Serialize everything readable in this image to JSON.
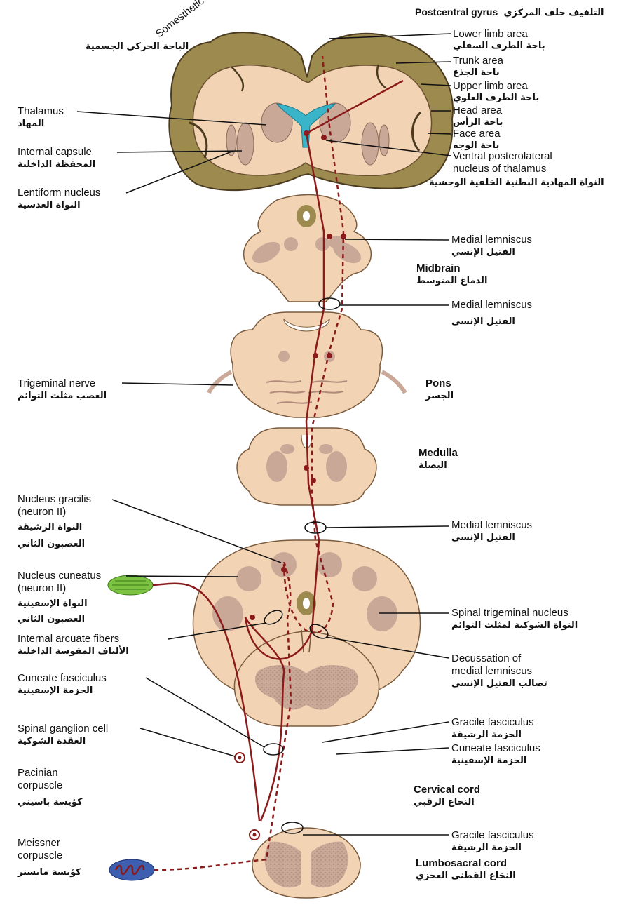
{
  "title": {
    "en": "Postcentral gyrus",
    "ar": "التلفيف خلف المركزي"
  },
  "colors": {
    "tissue": "#f2d3b4",
    "tissue_outline": "#7a5a3c",
    "cortex": "#9c8a4e",
    "gray_matter": "#c9a898",
    "ventricle": "#3ab4c8",
    "pathway": "#8b1a1a",
    "pacinian": "#7dc242",
    "meissner": "#3c5fb0"
  },
  "labels": {
    "somesthetic": {
      "en": "Somesthetic cortex",
      "ar": "الباحة الحركي الجسمية"
    },
    "thalamus": {
      "en": "Thalamus",
      "ar": "المهاد"
    },
    "internal_capsule": {
      "en": "Internal capsule",
      "ar": "المحفظة الداخلية"
    },
    "lentiform": {
      "en": "Lentiform nucleus",
      "ar": "النواة العدسية"
    },
    "lower_limb": {
      "en": "Lower limb area",
      "ar": "باحة الطرف السفلي"
    },
    "trunk": {
      "en": "Trunk area",
      "ar": "باحة الجذع"
    },
    "upper_limb": {
      "en": "Upper limb area",
      "ar": "باحة الطرف العلوي"
    },
    "head": {
      "en": "Head area",
      "ar": "باحة الرأس"
    },
    "face": {
      "en": "Face area",
      "ar": "باحة الوجه"
    },
    "vpl_1": "Ventral posterolateral",
    "vpl_2": "nucleus of thalamus",
    "vpl_ar": "النواة المهادية البطنية الخلفية الوحشية",
    "medial_lemniscus_1": {
      "en": "Medial lemniscus",
      "ar": "الفتيل الإنسي"
    },
    "midbrain": {
      "en": "Midbrain",
      "ar": "الدماغ المتوسط"
    },
    "medial_lemniscus_2": {
      "en": "Medial lemniscus",
      "ar": "الفتيل الإنسي"
    },
    "trigeminal_nerve": {
      "en": "Trigeminal nerve",
      "ar": "العصب مثلث التوائم"
    },
    "pons": {
      "en": "Pons",
      "ar": "الجسر"
    },
    "medulla": {
      "en": "Medulla",
      "ar": "البصلة"
    },
    "gracilis_1": "Nucleus gracilis",
    "gracilis_2": "(neuron II)",
    "gracilis_ar1": "النواة الرشيقة",
    "gracilis_ar2": "العصبون الثاني",
    "medial_lemniscus_3": {
      "en": "Medial lemniscus",
      "ar": "الفتيل الإنسي"
    },
    "cuneatus_1": "Nucleus cuneatus",
    "cuneatus_2": "(neuron II)",
    "cuneatus_ar1": "النواة الإسفينية",
    "cuneatus_ar2": "العصبون الثاني",
    "spinal_trigeminal": {
      "en": "Spinal trigeminal nucleus",
      "ar": "النواة الشوكية لمثلث التوائم"
    },
    "internal_arcuate": {
      "en": "Internal arcuate fibers",
      "ar": "الألياف المقوسة الداخلية"
    },
    "decussation_1": "Decussation of",
    "decussation_2": "medial lemniscus",
    "decussation_ar": "تصالب الفتيل الإنسي",
    "cuneate_fasc_l": {
      "en": "Cuneate fasciculus",
      "ar": "الحزمة الإسفينية"
    },
    "gracile_fasc_1": {
      "en": "Gracile fasciculus",
      "ar": "الحزمة الرشيقة"
    },
    "spinal_ganglion": {
      "en": "Spinal ganglion cell",
      "ar": "العقدة الشوكية"
    },
    "cuneate_fasc_r": {
      "en": "Cuneate fasciculus",
      "ar": "الحزمة الإسفينية"
    },
    "pacinian_1": "Pacinian",
    "pacinian_2": "corpuscle",
    "pacinian_ar": "كؤيسة باسيني",
    "cervical": {
      "en": "Cervical cord",
      "ar": "النخاع الرقبي"
    },
    "gracile_fasc_2": {
      "en": "Gracile fasciculus",
      "ar": "الحزمة الرشيقة"
    },
    "meissner_1": "Meissner",
    "meissner_2": "corpuscle",
    "meissner_ar": "كؤيسة مايسنر",
    "lumbosacral": {
      "en": "Lumbosacral cord",
      "ar": "النخاع القطني العجزي"
    }
  }
}
